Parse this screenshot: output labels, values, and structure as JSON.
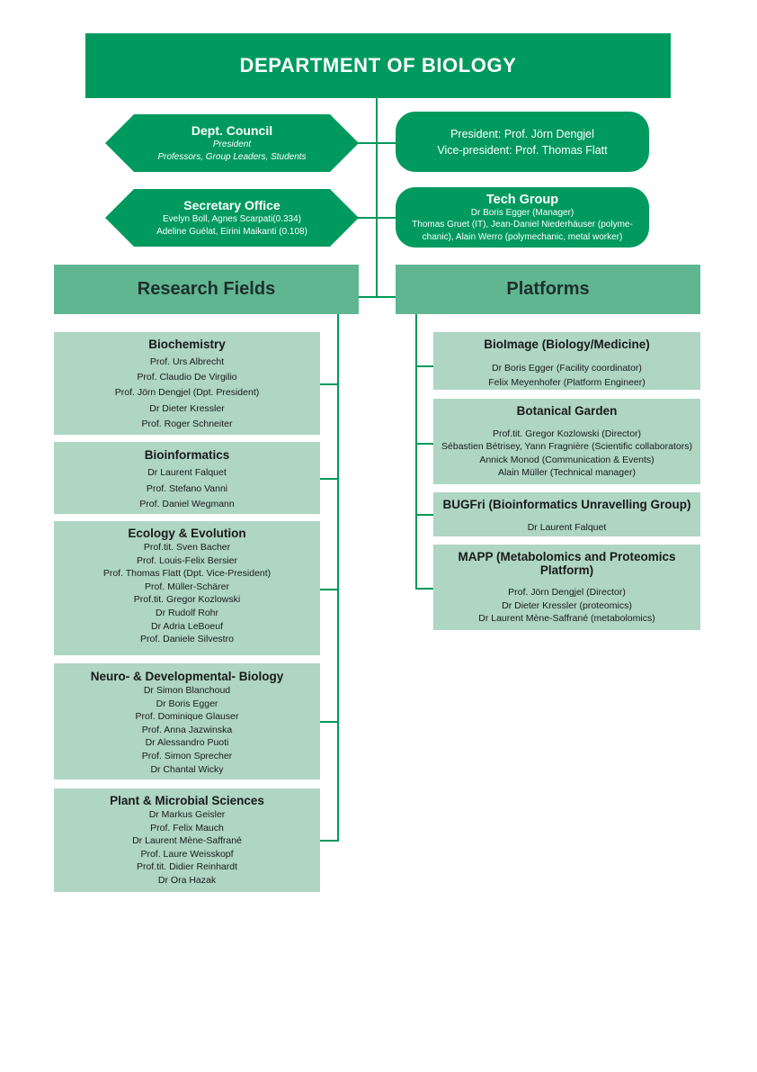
{
  "header": {
    "title": "DEPARTMENT OF BIOLOGY"
  },
  "council": {
    "title": "Dept. Council",
    "president": "President",
    "members": "Professors, Group Leaders, Students"
  },
  "presidency": {
    "president": "President: Prof. Jörn Dengjel",
    "vice_president": "Vice-president: Prof. Thomas Flatt"
  },
  "secretary": {
    "title": "Secretary Office",
    "line1": "Evelyn Boll, Agnes  Scarpati(0.334)",
    "line2": "Adeline Guélat, Eirini Maikanti (0.108)"
  },
  "tech": {
    "title": "Tech Group",
    "manager": "Dr Boris Egger (Manager)",
    "line1": "Thomas Gruet (IT), Jean-Daniel Niederhäuser (polyme-",
    "line2": "chanic), Alain Werro (polymechanic, metal worker)"
  },
  "research": {
    "heading": "Research Fields",
    "fields": [
      {
        "name": "Biochemistry",
        "members": [
          "Prof. Urs Albrecht",
          "Prof. Claudio De Virgilio",
          "Prof. Jörn Dengjel (Dpt. President)",
          "Dr Dieter Kressler",
          "Prof. Roger Schneiter"
        ]
      },
      {
        "name": "Bioinformatics",
        "members": [
          "Dr Laurent Falquet",
          "Prof. Stefano Vanni",
          "Prof. Daniel Wegmann"
        ]
      },
      {
        "name": "Ecology & Evolution",
        "members": [
          "Prof.tit. Sven Bacher",
          "Prof. Louis-Felix Bersier",
          "Prof. Thomas Flatt (Dpt. Vice-President)",
          "Prof. Müller-Schärer",
          "Prof.tit. Gregor Kozlowski",
          "Dr Rudolf Rohr",
          "Dr Adria LeBoeuf",
          "Prof. Daniele Silvestro"
        ]
      },
      {
        "name": "Neuro- & Developmental- Biology",
        "members": [
          "Dr Simon Blanchoud",
          "Dr Boris Egger",
          "Prof. Dominique Glauser",
          "Prof. Anna Jazwinska",
          "Dr Alessandro Puoti",
          "Prof. Simon Sprecher",
          "Dr Chantal Wicky"
        ]
      },
      {
        "name": "Plant & Microbial Sciences",
        "members": [
          "Dr Markus Geisler",
          "Prof. Felix Mauch",
          "Dr Laurent Mène-Saffrané",
          "Prof. Laure Weisskopf",
          "Prof.tit. Didier Reinhardt",
          "Dr Ora Hazak"
        ]
      }
    ]
  },
  "platforms": {
    "heading": "Platforms",
    "items": [
      {
        "name": "BioImage (Biology/Medicine)",
        "members": [
          "Dr Boris Egger (Facility coordinator)",
          "Felix Meyenhofer (Platform Engineer)"
        ]
      },
      {
        "name": "Botanical Garden",
        "members": [
          "Prof.tit. Gregor Kozlowski (Director)",
          "Sébastien Bétrisey, Yann Fragnière (Scientific collaborators)",
          "Annick Monod (Communication & Events)",
          "Alain Müller (Technical manager)"
        ]
      },
      {
        "name": "BUGFri (Bioinformatics Unravelling Group)",
        "members": [
          "Dr Laurent Falquet"
        ]
      },
      {
        "name": "MAPP (Metabolomics and Proteomics Platform)",
        "members": [
          "Prof. Jörn Dengjel (Director)",
          "Dr Dieter Kressler (proteomics)",
          "Dr Laurent Mène-Saffrané (metabolomics)"
        ]
      }
    ]
  },
  "colors": {
    "primary_green": "#009a5e",
    "heading_green": "#5fb691",
    "box_green": "#aed6c3"
  }
}
